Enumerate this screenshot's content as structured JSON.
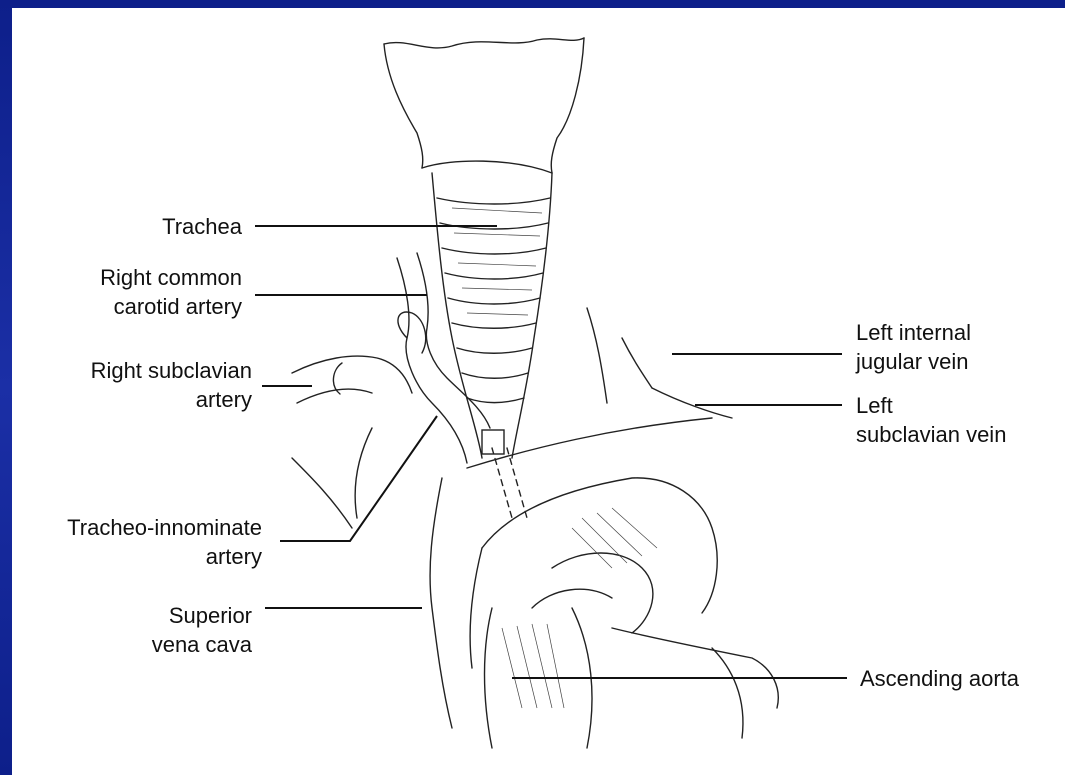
{
  "labels": {
    "trachea": "Trachea",
    "right_common_carotid": "Right common\ncarotid artery",
    "right_subclavian": "Right subclavian\nartery",
    "tracheo_innominate": "Tracheo-innominate\nartery",
    "superior_vena_cava": "Superior\nvena cava",
    "left_internal_jugular": "Left internal\njugular vein",
    "left_subclavian_vein": "Left\nsubclavian vein",
    "ascending_aorta": "Ascending aorta"
  },
  "colors": {
    "frame": "#1b2fa6",
    "background": "#ffffff",
    "ink": "#111111"
  }
}
